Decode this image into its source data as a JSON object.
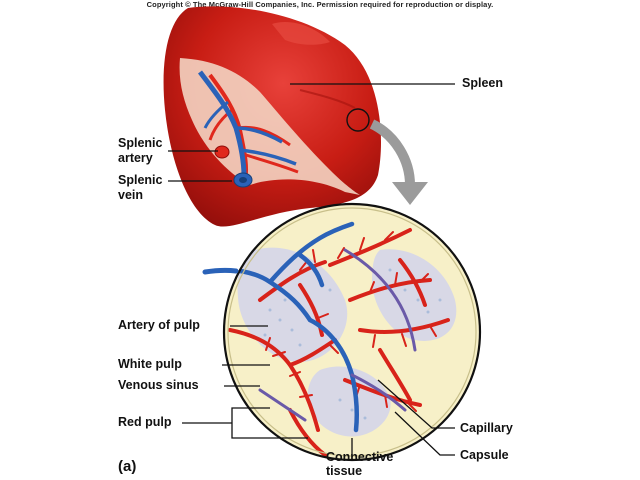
{
  "copyright": "Copyright © The McGraw-Hill Companies, Inc. Permission required for reproduction or display.",
  "figure_label": "(a)",
  "labels": {
    "spleen": "Spleen",
    "splenic_artery_1": "Splenic",
    "splenic_artery_2": "artery",
    "splenic_vein_1": "Splenic",
    "splenic_vein_2": "vein",
    "artery_of_pulp": "Artery of pulp",
    "white_pulp": "White pulp",
    "venous_sinus": "Venous sinus",
    "red_pulp": "Red pulp",
    "capillary": "Capillary",
    "capsule": "Capsule",
    "connective_tissue_1": "Connective",
    "connective_tissue_2": "tissue"
  },
  "colors": {
    "spleen_red": "#c81d14",
    "spleen_dark": "#8e0d0a",
    "artery_red": "#e0281c",
    "vein_blue": "#2a62b8",
    "pulp_background": "#f7f0c8",
    "white_pulp_fill": "#d8d8e6",
    "arrow_gray": "#9b9b9b"
  }
}
